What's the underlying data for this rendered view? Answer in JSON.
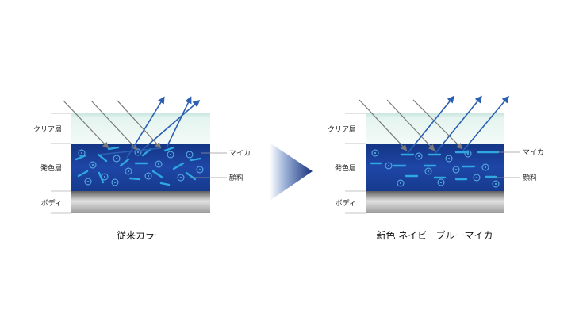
{
  "labels": {
    "clear_layer": "クリア層",
    "color_layer": "発色層",
    "body": "ボディ",
    "mica": "マイカ",
    "pigment": "顔料"
  },
  "captions": {
    "left": "従来カラー",
    "right": "新色 ネイビーブルーマイカ"
  },
  "colors": {
    "background": "#ffffff",
    "clear_layer": "#dff1ec",
    "color_layer": "#1d3f95",
    "color_layer_deep": "#152f7a",
    "body_top": "#6a6a6a",
    "body_mid": "#d8d8d8",
    "mica": "#2fa8e2",
    "pigment_ring": "#5fb4e6",
    "incident_arrow": "#7a7a7a",
    "reflected_arrow": "#2a5fb2",
    "label_text": "#222222",
    "guide_line": "#999999",
    "transition_arrow_dark": "#16327e",
    "transition_arrow_light": "#e6ecf6"
  }
}
